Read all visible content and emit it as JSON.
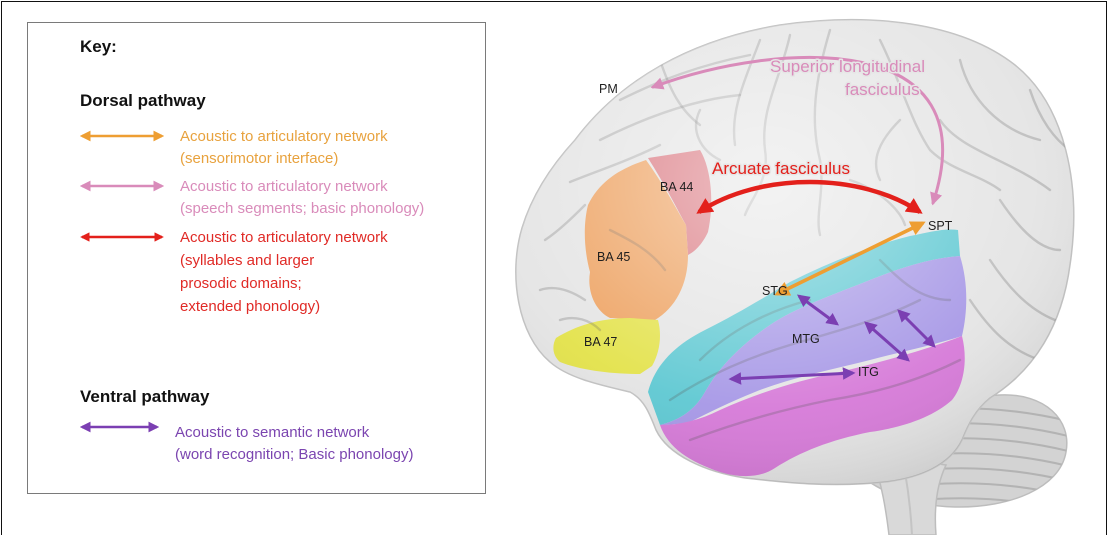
{
  "key": {
    "title": "Key:",
    "dorsal_heading": "Dorsal pathway",
    "dorsal_items": [
      {
        "color": "#EE9E32",
        "text_color": "#E8A23E",
        "lines": [
          "Acoustic to articulatory network",
          "(sensorimotor interface)"
        ]
      },
      {
        "color": "#D98BBA",
        "text_color": "#D98BBA",
        "lines": [
          "Acoustic to articulatory network",
          "(speech segments; basic phonology)"
        ]
      },
      {
        "color": "#E3201B",
        "text_color": "#E02A26",
        "lines": [
          "Acoustic to articulatory network",
          "(syllables and larger",
          "prosodic domains;",
          "extended phonology)"
        ]
      }
    ],
    "ventral_heading": "Ventral pathway",
    "ventral_items": [
      {
        "color": "#7B3FB2",
        "text_color": "#7B45B0",
        "lines": [
          "Acoustic to semantic network",
          "(word recognition; Basic phonology)"
        ]
      }
    ]
  },
  "brain": {
    "region_labels": {
      "pm": "PM",
      "ba44": "BA 44",
      "ba45": "BA 45",
      "ba47": "BA 47",
      "stg": "STG",
      "mtg": "MTG",
      "itg": "ITG",
      "spt": "SPT"
    },
    "tract_labels": {
      "slf": [
        "Superior longitudinal",
        "fasciculus"
      ],
      "arcuate": "Arcuate fasciculus"
    },
    "region_colors": {
      "ba44": "#D9747D",
      "ba45": "#EDA05E",
      "ba47": "#E3E24A",
      "stg": "#5EC8D2",
      "mtg": "#A697E6",
      "itg": "#D67AD8"
    },
    "tract_colors": {
      "slf": "#D98BBA",
      "arcuate": "#E3201B",
      "sensorimotor": "#EE9E32",
      "ventral": "#7B3FB2"
    },
    "tissue_colors": {
      "cerebrum": "#E4E4E4",
      "cerebellum": "#D3D3D3",
      "brainstem": "#D9D9D9"
    }
  }
}
